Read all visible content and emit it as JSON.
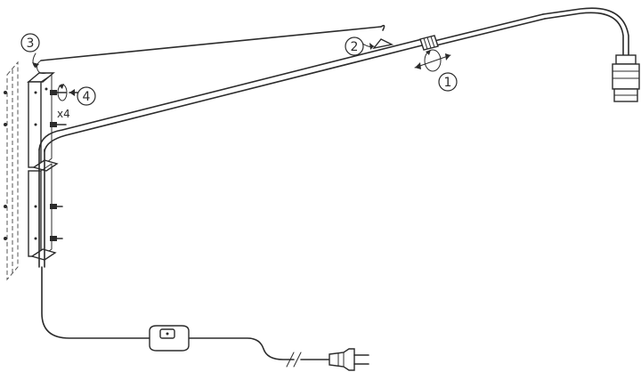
{
  "diagram": {
    "callouts": [
      {
        "id": "step-1",
        "label": "1"
      },
      {
        "id": "step-2",
        "label": "2"
      },
      {
        "id": "step-3",
        "label": "3"
      },
      {
        "id": "step-4",
        "label": "4"
      }
    ],
    "screw_multiplier": "x4",
    "colors": {
      "stroke": "#2b2b2b",
      "background": "#ffffff"
    }
  }
}
